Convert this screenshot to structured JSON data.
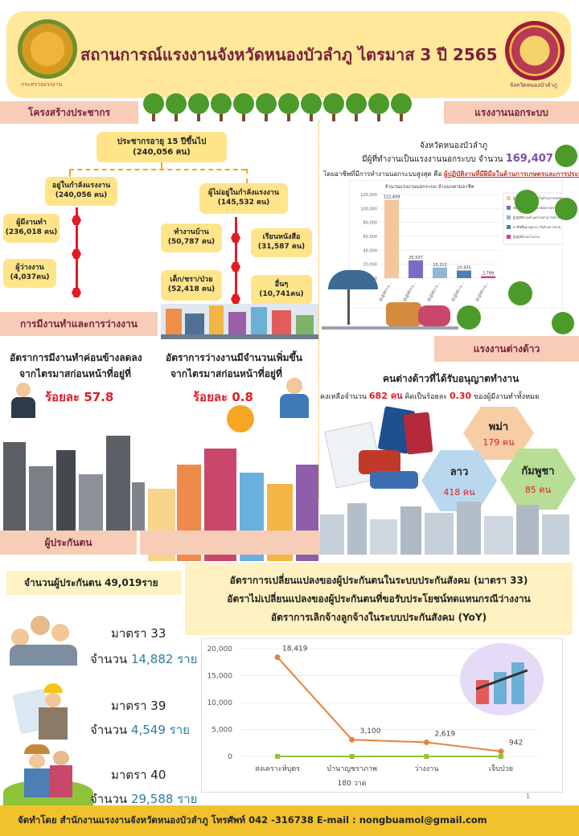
{
  "header": {
    "title": "สถานการณ์แรงงานจังหวัดหนองบัวลำภู ไตรมาส 3 ปี 2565",
    "left_logo_text": "กระทรวงแรงงาน",
    "right_logo_text": "จังหวัดหนองบัวลำภู"
  },
  "population": {
    "section_title": "โครงสร้างประชากร",
    "age15": {
      "label": "ประชากรอายุ 15 ปีขึ้นไป",
      "value": "(240,056 คน)"
    },
    "in_labor": {
      "label": "อยู่ในกำลังแรงงาน",
      "value": "(240,056 คน)"
    },
    "not_in_labor": {
      "label": "ผู้ไม่อยู่ในกำลังแรงงาน",
      "value": "(145,532 คน)"
    },
    "employed": {
      "label": "ผู้มีงานทำ",
      "value": "(236,018 คน)"
    },
    "unemployed": {
      "label": "ผู้ว่างงาน",
      "value": "(4,037คน)"
    },
    "housework": {
      "label": "ทำงานบ้าน",
      "value": "(50,787 คน)"
    },
    "students": {
      "label": "เรียนหนังสือ",
      "value": "(31,587 คน)"
    },
    "children_elderly": {
      "label": "เด็ก/ชรา/ป่วย",
      "value": "(52,418 คน)"
    },
    "others": {
      "label": "อื่นๆ",
      "value": "(10,741คน)"
    }
  },
  "informal": {
    "section_title": "แรงงานนอกระบบ",
    "province": "จังหวัดหนองบัวลำภู",
    "line1_prefix": "มีผู้ที่ทำงานเป็นแรงงานนอกระบบ จำนวน",
    "line1_value": "169,407",
    "line1_suffix": "คน",
    "line2_prefix": "โดยอาชีพที่มีการทำงานนอกระบบสูงสุด  คือ",
    "line2_highlight": "ผู้ปฏิบัติงานที่มีฝีมือในด้านการเกษตรและการประมง"
  },
  "chart_data": {
    "type": "bar",
    "title": "จำนวนแรงงานนอกระบบ จำแนกตามอาชีพ",
    "categories": [
      "ผู้ปฏิบัติงาน...",
      "ผู้ปฏิบัติงาน...",
      "ผู้ปฏิบัติงาน...",
      "ผู้ปฏิบัติงาน...",
      "ผู้ปฏิบัติงาน..."
    ],
    "values": [
      112409,
      25537,
      15212,
      10935,
      2799
    ],
    "value_labels": [
      "112,409",
      "25,537",
      "15,212",
      "10,935",
      "2,799"
    ],
    "bar_colors": [
      "#f3c79b",
      "#7b6bc4",
      "#8fb8d8",
      "#4c7fb5",
      "#d33d8f"
    ],
    "ylim": [
      0,
      120000
    ],
    "yticks": [
      "0",
      "20,000",
      "40,000",
      "60,000",
      "80,000",
      "100,000",
      "120,000"
    ],
    "legend_entries": [
      "ผู้ปฏิบัติงานที่มีฝีมือในด้านการเกษตร",
      "พนักงานบริการและพนักงานขายในร้านค้า",
      "ผู้ปฏิบัติงานด้านความสามารถทางฝีมือ",
      "อาชีพพื้นฐานต่างๆ ในด้านการขาย",
      "ผู้ปฏิบัติงานโรงงาน"
    ],
    "legend_colors": [
      "#f3c79b",
      "#7b6bc4",
      "#8fb8d8",
      "#4c7fb5",
      "#d33d8f"
    ]
  },
  "employment": {
    "section_title": "การมีงานทำและการว่างงาน",
    "emp_text1": "อัตราการมีงานทำค่อนข้างลดลง",
    "emp_text2": "จากไตรมาสก่อนหน้าที่อยู่ที่",
    "emp_value": "ร้อยละ 57.8",
    "unemp_text1": "อัตราการว่างงานมีจำนวนเพิ่มขึ้น",
    "unemp_text2": "จากไตรมาสก่อนหน้าที่อยู่ที่",
    "unemp_value": "ร้อยละ 0.8"
  },
  "foreign": {
    "section_title": "แรงงานต่างด้าว",
    "heading": "คนต่างด้าวที่ได้รับอนุญาตทำงาน",
    "line_prefix": "คงเหลือจำนวน",
    "count": "682 คน",
    "line_mid": "คิดเป็นร้อยละ",
    "percent": "0.30",
    "line_suffix": "ของผู้มีงานทำทั้งหมด",
    "myanmar": {
      "name": "พม่า",
      "count": "179 คน"
    },
    "laos": {
      "name": "ลาว",
      "count": "418 คน"
    },
    "cambodia": {
      "name": "กัมพูชา",
      "count": "85 คน"
    }
  },
  "insured": {
    "section_title": "ผู้ประกันตน",
    "total": "จำนวนผู้ประกันตน 49,019ราย",
    "s33": {
      "label": "มาตรา 33",
      "prefix": "จำนวน",
      "value": "14,882 ราย"
    },
    "s39": {
      "label": "มาตรา 39",
      "prefix": "จำนวน",
      "value": "4,549 ราย"
    },
    "s40": {
      "label": "มาตรา 40",
      "prefix": "จำนวน",
      "value": "29,588 ราย"
    }
  },
  "rates": {
    "line1": "อัตราการเปลี่ยนแปลงของผู้ประกันตนในระบบประกันสังคม  (มาตรา 33)",
    "line2": "อัตราไม่เปลี่ยนแปลงของผู้ประกันตนที่ขอรับประโยชน์ทดแทนกรณีว่างงาน",
    "line3": "อัตราการเลิกจ้างลูกจ้างในระบบประกันสังคม  (YoY)"
  },
  "line_chart": {
    "type": "line",
    "categories": [
      "สงเคราะห์บุตร",
      "บำนาญชราภาพ",
      "ว่างงาน",
      "เจ็บป่วย"
    ],
    "values": [
      18419,
      3100,
      2619,
      942
    ],
    "value_labels": [
      "18,419",
      "3,100",
      "2,619",
      "942"
    ],
    "x_subtitle": "180 วาด",
    "ylim": [
      0,
      20000
    ],
    "yticks": [
      "0",
      "5,000",
      "10,000",
      "15,000",
      "20,000"
    ],
    "line_color": "#e8823a",
    "base_color": "#8fc43a"
  },
  "footer": {
    "text": "จัดทำโดย  สำนักงานแรงงานจังหวัดหนองบัวลำภู  โทรศัพท์ 042 -316738 E-mail : nongbuamol@gmail.com",
    "page": "1"
  }
}
